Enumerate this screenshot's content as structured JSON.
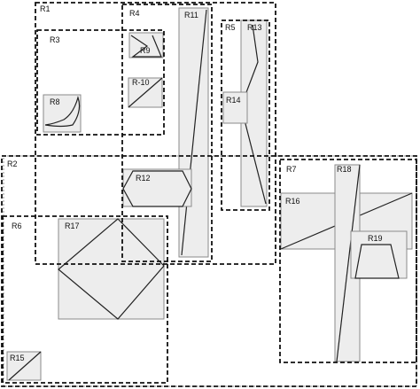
{
  "regions": [
    {
      "id": "outer",
      "label": ""
    },
    {
      "id": "r1",
      "label": "R1"
    },
    {
      "id": "r2",
      "label": "R2"
    },
    {
      "id": "r3",
      "label": "R3"
    },
    {
      "id": "r4",
      "label": "R4"
    },
    {
      "id": "r5",
      "label": "R5"
    },
    {
      "id": "r6",
      "label": "R6"
    },
    {
      "id": "r7",
      "label": "R7"
    }
  ],
  "objects": [
    {
      "id": "r8",
      "label": "R8"
    },
    {
      "id": "r9",
      "label": "R9"
    },
    {
      "id": "r10",
      "label": "R-10"
    },
    {
      "id": "r11",
      "label": "R11"
    },
    {
      "id": "r12",
      "label": "R12"
    },
    {
      "id": "r13",
      "label": "R13"
    },
    {
      "id": "r14",
      "label": "R14"
    },
    {
      "id": "r15",
      "label": "R15"
    },
    {
      "id": "r16",
      "label": "R16"
    },
    {
      "id": "r17",
      "label": "R17"
    },
    {
      "id": "r18",
      "label": "R18"
    },
    {
      "id": "r19",
      "label": "R19"
    }
  ]
}
